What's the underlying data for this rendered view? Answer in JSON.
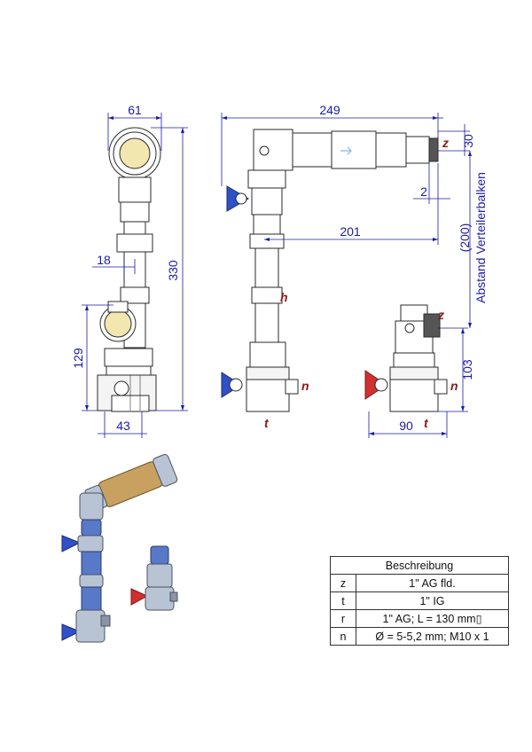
{
  "dimensions": {
    "width_front": "61",
    "height_total": "330",
    "offset_18": "18",
    "height_129": "129",
    "width_43": "43",
    "length_249": "249",
    "height_30": "30",
    "gap_2": "2",
    "length_201": "201",
    "height_103": "103",
    "width_90": "90",
    "distance_label": "(200)\nAbstand Verteilerbalken"
  },
  "distance_label": {
    "value": "(200)",
    "text": "Abstand Verteilerbalken"
  },
  "letters": {
    "z": "z",
    "t": "t",
    "h": "h",
    "n": "n"
  },
  "table": {
    "header": "Beschreibung",
    "rows": [
      {
        "key": "z",
        "value": "1\" AG fld."
      },
      {
        "key": "t",
        "value": "1\" IG"
      },
      {
        "key": "r",
        "value": "1\" AG; L = 130 mm▯"
      },
      {
        "key": "n",
        "value": "Ø = 5-5,2 mm; M10 x 1"
      }
    ]
  },
  "colors": {
    "dimension": "#1a1aa8",
    "letter": "#8b1a1a",
    "handle_blue": "#3050c8",
    "handle_red": "#d03030",
    "brass": "#c8a060",
    "chrome": "#b8c4d4"
  }
}
